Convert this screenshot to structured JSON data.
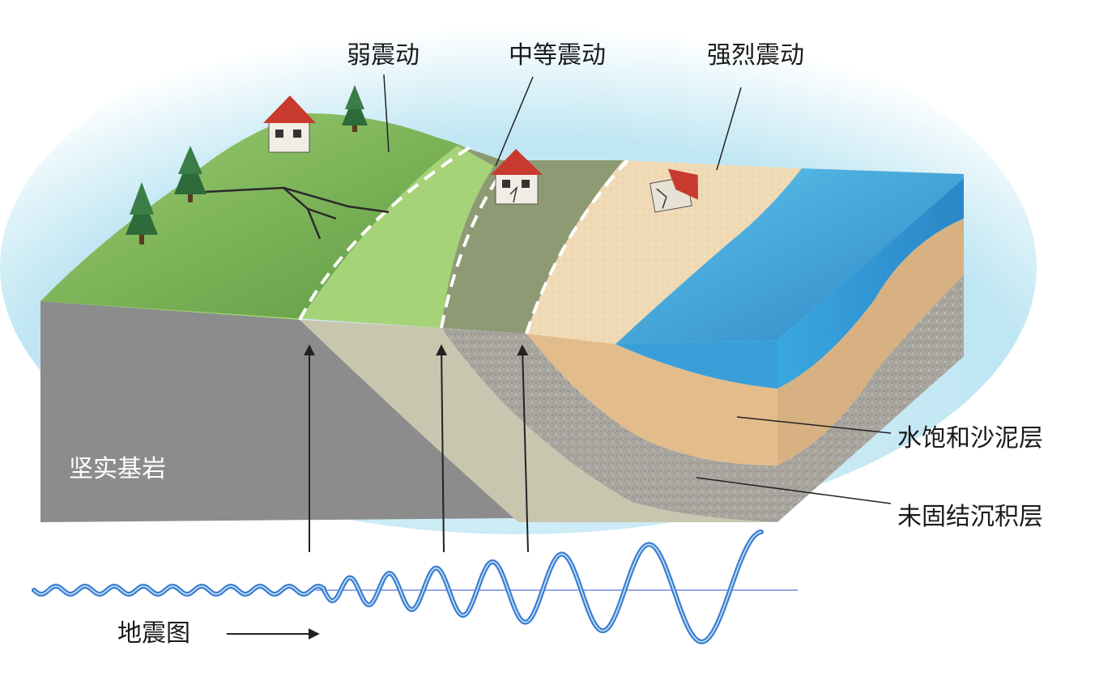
{
  "labels": {
    "weak_shaking": "弱震动",
    "moderate_shaking": "中等震动",
    "strong_shaking": "强烈震动",
    "saturated_mud": "水饱和沙泥层",
    "unconsolidated_sediment": "未固结沉积层",
    "bedrock": "坚实基岩",
    "seismogram": "地震图"
  },
  "colors": {
    "sky": "#bfe8f5",
    "hill_green": "#7fb85a",
    "light_green": "#a9d67a",
    "grey_green": "#8f9a74",
    "sand": "#efd9b4",
    "sea": "#3a9fd8",
    "bedrock": "#8a8a8a",
    "sediment": "#c8c5ae",
    "gravel": "#a9a6a0",
    "mud": "#e4bd8c",
    "wave": "#3b7fd0"
  }
}
